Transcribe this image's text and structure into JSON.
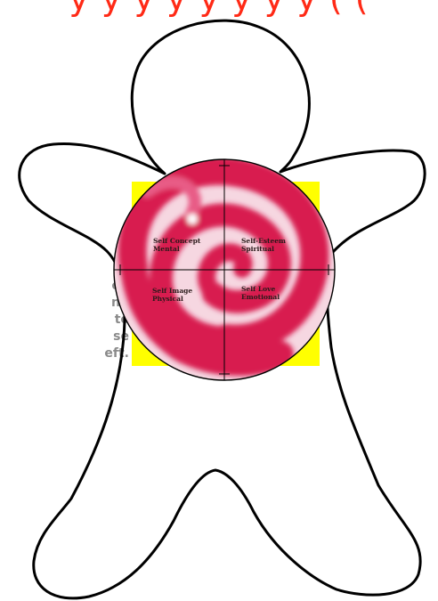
{
  "heading": {
    "text": "y y y y y y y y ( ("
  },
  "side_note": {
    "lines": "on\nnd\nto\nse\neft."
  },
  "wheel": {
    "quadrants": [
      {
        "title": "Self Concept",
        "subtitle": "Mental"
      },
      {
        "title": "Self-Esteem",
        "subtitle": "Spiritual"
      },
      {
        "title": "Self Image",
        "subtitle": "Physical"
      },
      {
        "title": "Self Love",
        "subtitle": "Emotional"
      }
    ]
  },
  "colors": {
    "heading": "#ff2a16",
    "highlight": "#ffff00",
    "spiral": "#d81b4f",
    "side_note": "#8a8a8a",
    "outline": "#000000"
  }
}
